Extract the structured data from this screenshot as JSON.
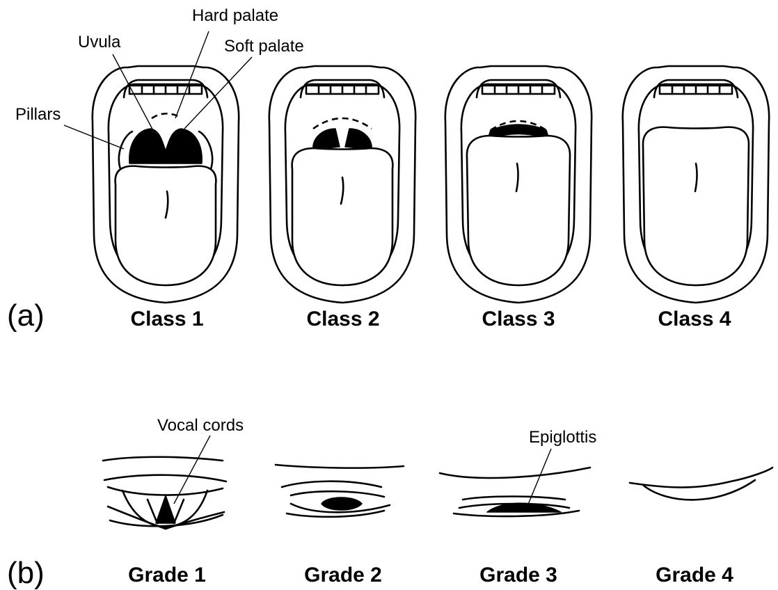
{
  "panel_a": {
    "label": "(a)",
    "classes": [
      "Class 1",
      "Class 2",
      "Class 3",
      "Class 4"
    ],
    "annotations": {
      "hard_palate": "Hard palate",
      "uvula": "Uvula",
      "soft_palate": "Soft palate",
      "pillars": "Pillars"
    }
  },
  "panel_b": {
    "label": "(b)",
    "grades": [
      "Grade 1",
      "Grade 2",
      "Grade 3",
      "Grade 4"
    ],
    "annotations": {
      "vocal_cords": "Vocal cords",
      "epiglottis": "Epiglottis"
    }
  }
}
